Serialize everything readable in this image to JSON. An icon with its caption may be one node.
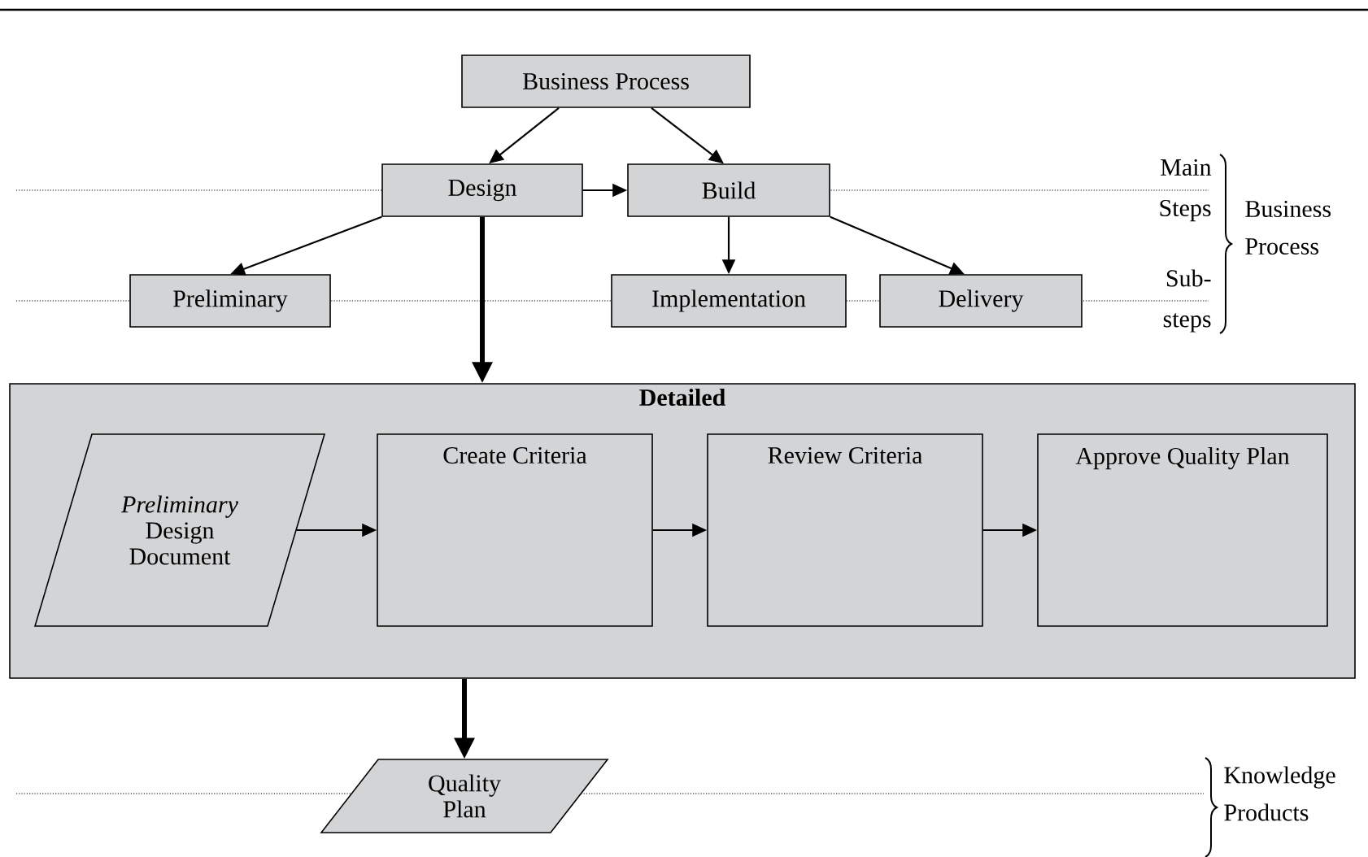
{
  "diagram": {
    "nodes": [
      {
        "text": [
          "Business Process"
        ]
      },
      {
        "text": [
          "Design"
        ]
      },
      {
        "text": [
          "Build"
        ]
      },
      {
        "text": [
          "Preliminary"
        ]
      },
      {
        "text": [
          "Implementation"
        ]
      },
      {
        "text": [
          "Delivery"
        ]
      },
      {
        "text": [
          "Detailed"
        ]
      },
      {
        "text": [
          "*Preliminary* Design Document"
        ],
        "in": 6
      },
      {
        "text": [
          "Create Criteria"
        ],
        "in": 6
      },
      {
        "text": [
          "Review Criteria"
        ],
        "in": 6
      },
      {
        "text": [
          "Approve Quality Plan"
        ],
        "in": 6
      },
      {
        "text": [
          "Quality Plan"
        ]
      }
    ],
    "edges": [
      {
        "from": 0,
        "to": 1,
        "arrow": "to"
      },
      {
        "from": 0,
        "to": 2,
        "arrow": "to"
      },
      {
        "from": 1,
        "to": 2,
        "arrow": "to"
      },
      {
        "from": 1,
        "to": 3,
        "arrow": "to"
      },
      {
        "from": 2,
        "to": 4,
        "arrow": "to"
      },
      {
        "from": 2,
        "to": 5,
        "arrow": "to"
      },
      {
        "from": 1,
        "to": 6,
        "arrow": "to",
        "style": "thick"
      },
      {
        "from": 7,
        "to": 8,
        "arrow": "to"
      },
      {
        "from": 8,
        "to": 9,
        "arrow": "to"
      },
      {
        "from": 9,
        "to": 10,
        "arrow": "to"
      },
      {
        "from": 6,
        "to": 11,
        "arrow": "to",
        "style": "thick"
      }
    ],
    "labels": [
      "Main Steps",
      "Sub- steps",
      "Business Process",
      "Knowledge Products"
    ]
  }
}
